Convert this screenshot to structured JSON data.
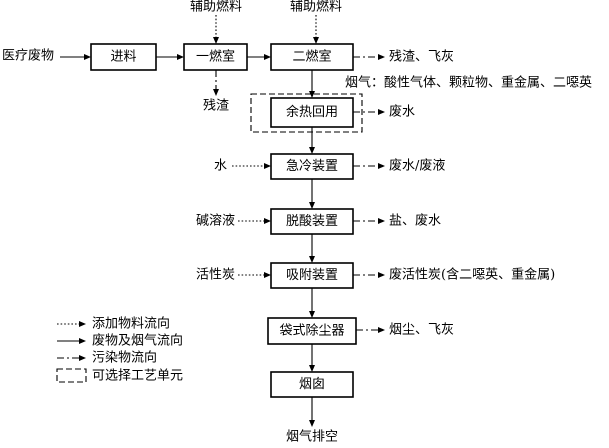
{
  "processes": {
    "feed": "进料",
    "primary_chamber": "一燃室",
    "secondary_chamber": "二燃室",
    "waste_heat": "余热回用",
    "quench": "急冷装置",
    "deacid": "脱酸装置",
    "adsorber": "吸附装置",
    "baghouse": "袋式除尘器",
    "chimney": "烟囱"
  },
  "inputs": {
    "medical_waste": "医疗废物",
    "aux_fuel_1": "辅助燃料",
    "aux_fuel_2": "辅助燃料",
    "water": "水",
    "alkali": "碱溶液",
    "activated_carbon": "活性炭"
  },
  "outputs": {
    "residue_primary": "残渣",
    "residue_fly_ash": "残渣、飞灰",
    "flue_gas_note": "烟气：酸性气体、颗粒物、重金属、二噁英",
    "wastewater_heat": "废水",
    "wastewater_quench": "废水/废液",
    "salt_wastewater": "盐、废水",
    "spent_carbon": "废活性炭(含二噁英、重金属)",
    "dust_fly_ash": "烟尘、飞灰",
    "exhaust": "烟气排空"
  },
  "legend": {
    "added_material": "添加物料流向",
    "waste_gas_flow": "废物及烟气流向",
    "pollutant_flow": "污染物流向",
    "optional_unit": "可选择工艺单元"
  }
}
